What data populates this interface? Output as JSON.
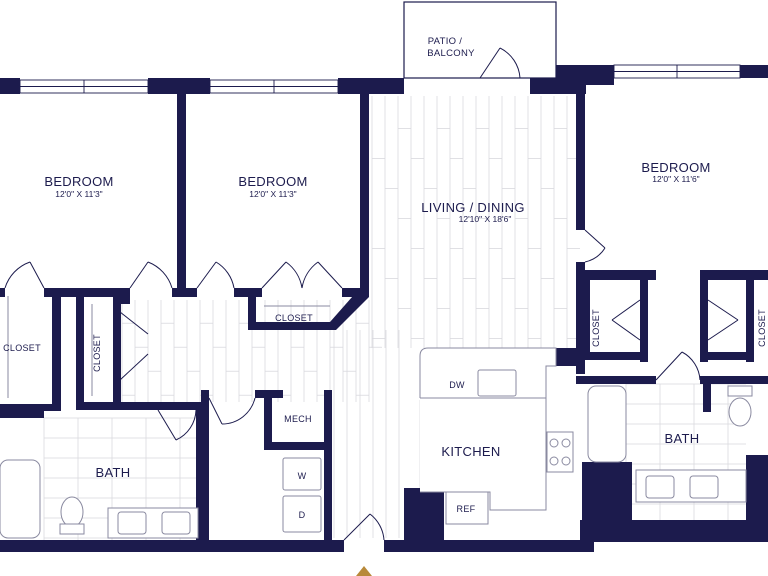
{
  "colors": {
    "wall": "#1c1b4d",
    "floor_line": "#d9d9de",
    "fixture": "#8a8aa0",
    "entry_marker": "#b8893a",
    "background": "#ffffff"
  },
  "rooms": {
    "patio": {
      "label_line1": "PATIO /",
      "label_line2": "BALCONY"
    },
    "bedroom_1": {
      "label": "BEDROOM",
      "dims": "12'0\" X 11'3\""
    },
    "bedroom_2": {
      "label": "BEDROOM",
      "dims": "12'0\" X 11'3\""
    },
    "bedroom_3": {
      "label": "BEDROOM",
      "dims": "12'0\" X 11'6\""
    },
    "living": {
      "label": "LIVING / DINING",
      "dims": "12'10\" X 18'6\""
    },
    "kitchen": {
      "label": "KITCHEN"
    },
    "bath_1": {
      "label": "BATH"
    },
    "bath_2": {
      "label": "BATH"
    }
  },
  "labels": {
    "closet_left": "CLOSET",
    "closet_hall": "CLOSET",
    "closet_bed2": "CLOSET",
    "closet_bed3_left": "CLOSET",
    "closet_bed3_right": "CLOSET",
    "mech": "MECH",
    "dishwasher": "DW",
    "refrigerator": "REF",
    "washer": "W",
    "dryer": "D"
  },
  "icons": {
    "entry": "entry-arrow-icon",
    "door": "door-swing-icon",
    "window": "window-icon"
  }
}
